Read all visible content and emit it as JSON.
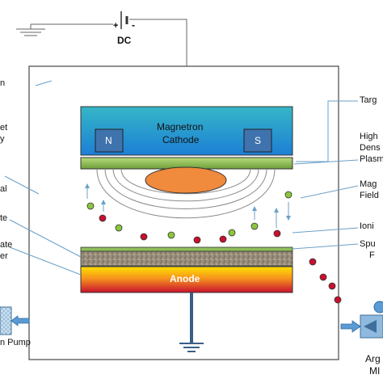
{
  "power": {
    "label": "DC"
  },
  "cathode": {
    "line1": "Magnetron",
    "line2": "Cathode",
    "pole_n": "N",
    "pole_s": "S"
  },
  "anode": {
    "label": "Anode"
  },
  "left_labels": {
    "chamber": "n",
    "magnet": "et",
    "magnet2": "y",
    "metal": "al",
    "substrate": "te",
    "holder1": "ate",
    "holder2": "er",
    "pump": "n Pump"
  },
  "right_labels": {
    "target": "Targ",
    "high1": "High",
    "high2": "Dens",
    "high3": "Plasm",
    "mag1": "Mag",
    "mag2": "Field",
    "ion": "Ioni",
    "sput1": "Spu",
    "sput2": "F",
    "argon1": "Arg",
    "argon2": "MI"
  },
  "colors": {
    "cathode_top": "#2fa8c8",
    "cathode_bottom": "#1a7fd0",
    "pole": "#3a6ea8",
    "target": "#8fbf5a",
    "plasma": "#f08a3c",
    "ion_green": "#8cc63e",
    "ion_red": "#c8102e",
    "anode_top": "#ffd400",
    "anode_bottom": "#c81e1e"
  }
}
